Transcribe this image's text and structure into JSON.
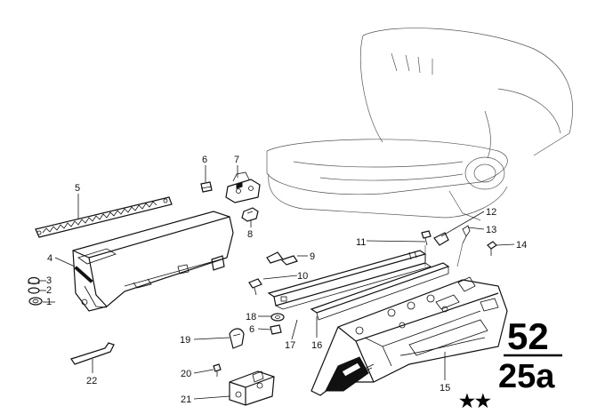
{
  "diagram": {
    "part_group": "52",
    "section": "25a",
    "marker": "★★",
    "callouts": [
      "1",
      "2",
      "3",
      "4",
      "5",
      "6",
      "7",
      "8",
      "9",
      "10",
      "11",
      "12",
      "13",
      "14",
      "15",
      "16",
      "17",
      "18",
      "6",
      "19",
      "20",
      "21",
      "22"
    ]
  }
}
